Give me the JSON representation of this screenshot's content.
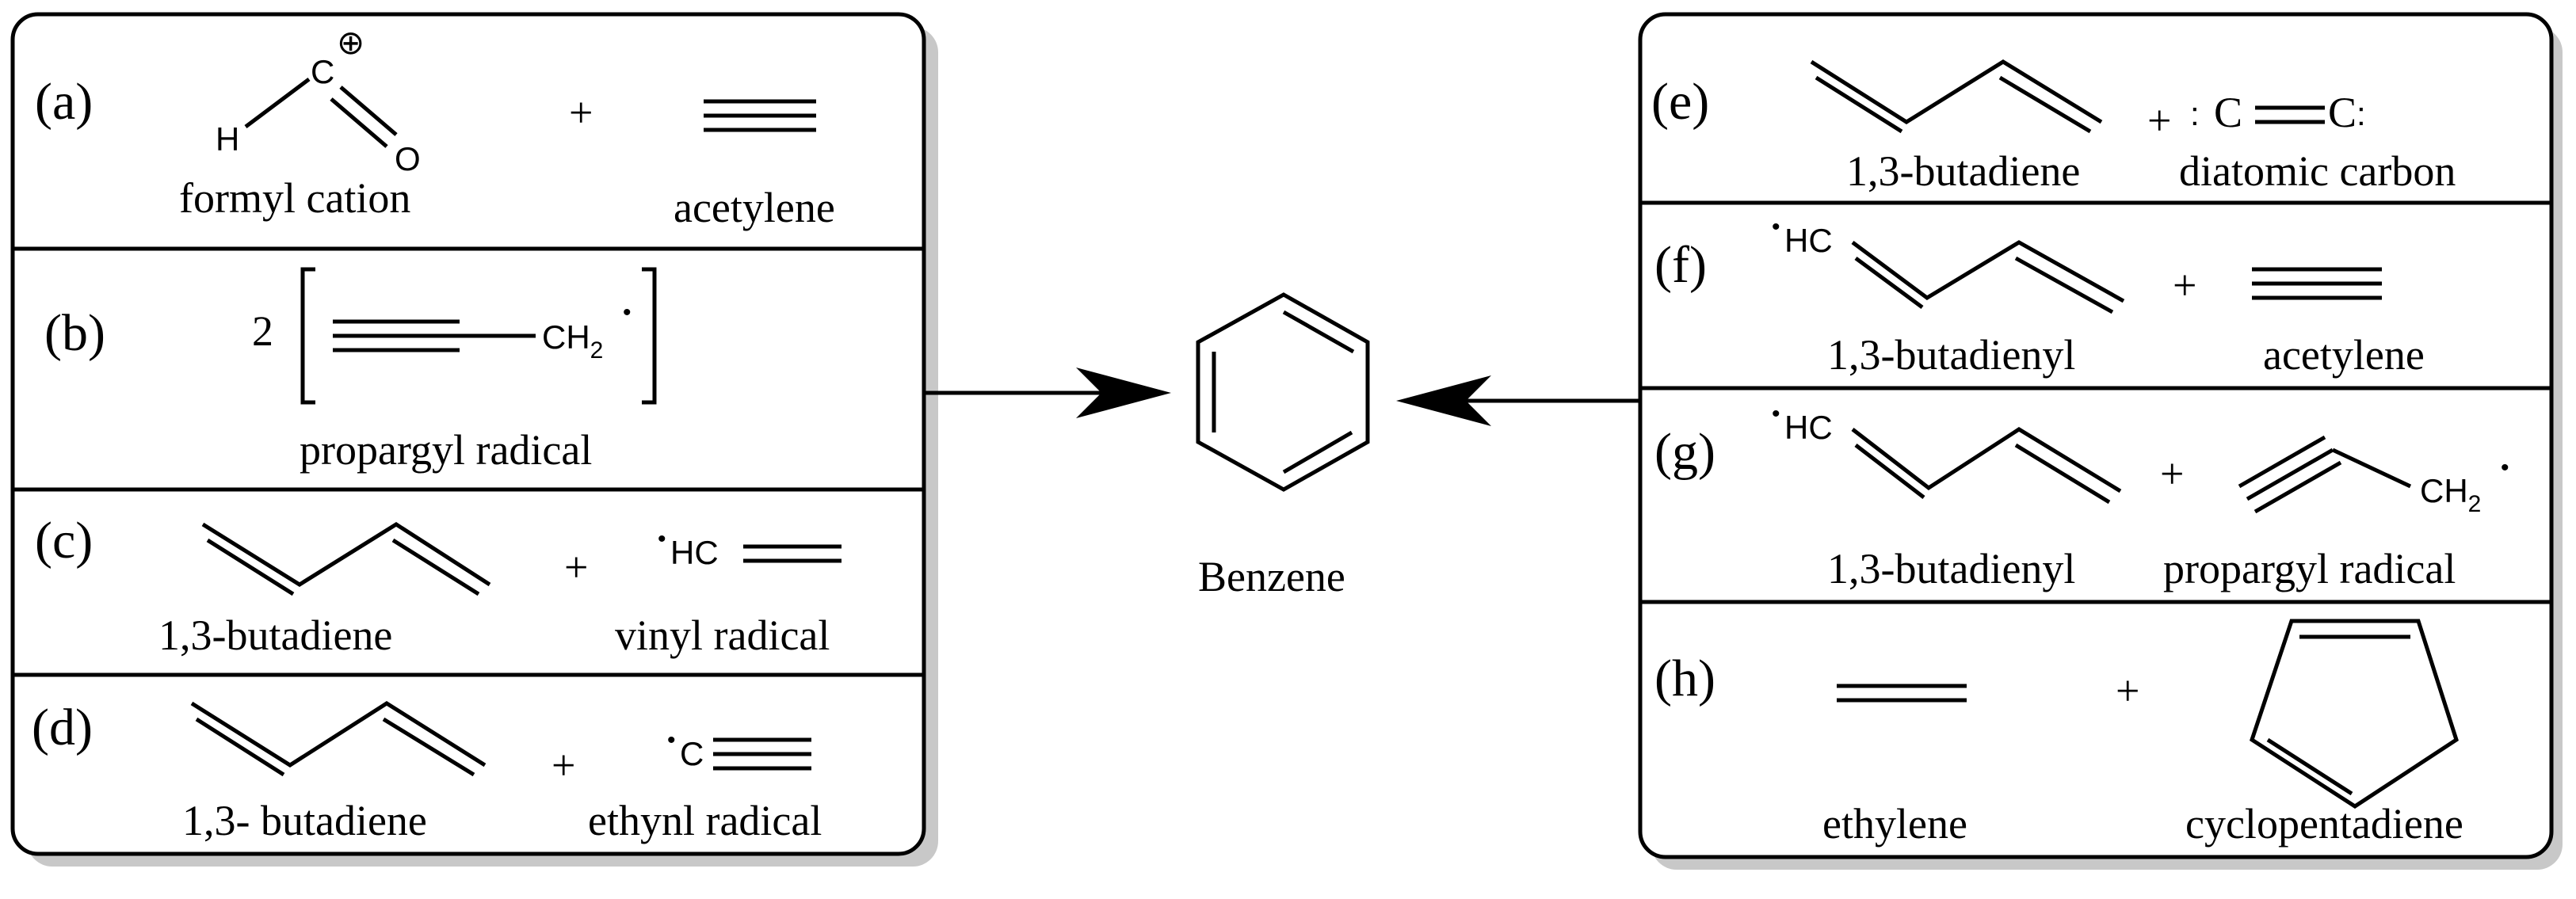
{
  "center": {
    "product": "Benzene"
  },
  "left_panel": {
    "rows": [
      {
        "tag": "(a)",
        "r1_label": "formyl cation",
        "r1_atoms": {
          "h": "H",
          "c": "C",
          "o": "O",
          "charge": "⊕"
        },
        "plus": "+",
        "r2_label": "acetylene"
      },
      {
        "tag": "(b)",
        "coefficient": "2",
        "group": "CH",
        "group_sub": "2",
        "radical_dot": "•",
        "label": "propargyl radical"
      },
      {
        "tag": "(c)",
        "r1_label": "1,3-butadiene",
        "plus": "+",
        "r2_group": "HC",
        "radical_dot": "•",
        "r2_label": "vinyl radical"
      },
      {
        "tag": "(d)",
        "r1_label": "1,3- butadiene",
        "plus": "+",
        "r2_group": "C",
        "radical_dot": "•",
        "r2_label": "ethynl radical"
      }
    ]
  },
  "right_panel": {
    "rows": [
      {
        "tag": "(e)",
        "r1_label": "1,3-butadiene",
        "plus": "+",
        "r2_left": "C",
        "r2_right": "C",
        "lone_pair": ":",
        "r2_label": "diatomic carbon"
      },
      {
        "tag": "(f)",
        "r1_group": "HC",
        "radical_dot": "•",
        "r1_label": "1,3-butadienyl",
        "plus": "+",
        "r2_label": "acetylene"
      },
      {
        "tag": "(g)",
        "r1_group": "HC",
        "radical_dot": "•",
        "r1_label": "1,3-butadienyl",
        "plus": "+",
        "r2_group": "CH",
        "r2_sub": "2",
        "r2_label": "propargyl radical"
      },
      {
        "tag": "(h)",
        "r1_label": "ethylene",
        "plus": "+",
        "r2_label": "cyclopentadiene"
      }
    ]
  },
  "colors": {
    "ink": "#000000",
    "shadow": "#c8c8c8",
    "background": "#ffffff"
  }
}
